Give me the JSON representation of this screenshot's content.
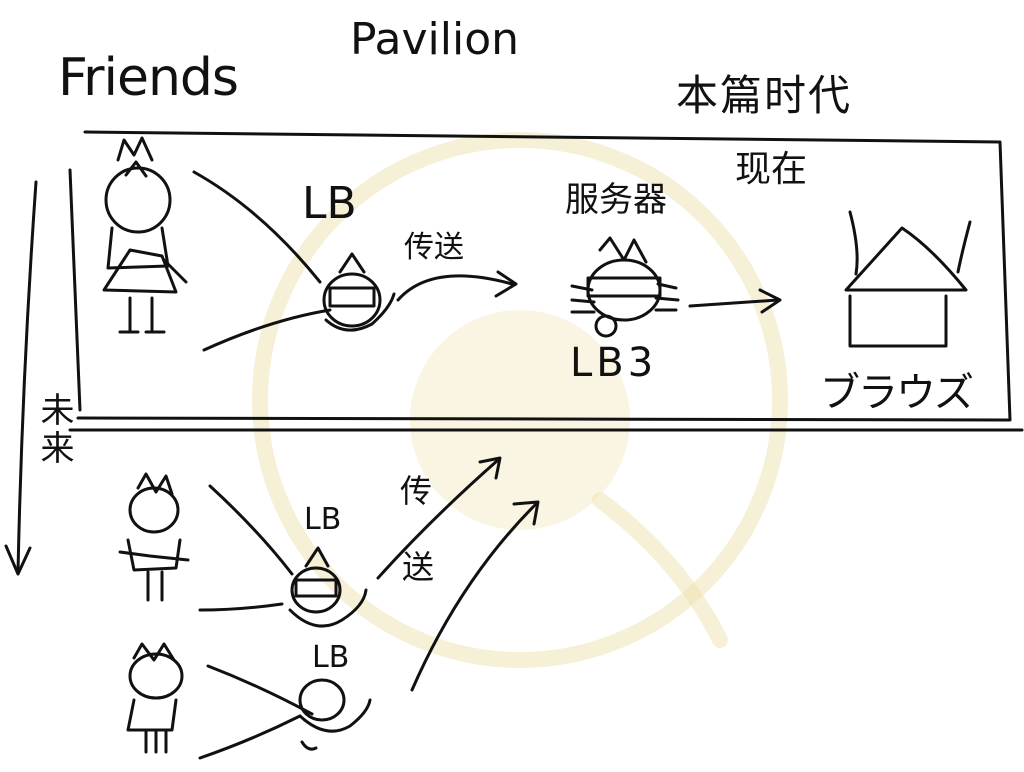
{
  "labels": {
    "friends": "Friends",
    "pavilion": "Pavilion",
    "era": "本篇时代",
    "now": "现在",
    "future": "未来",
    "server": "服务器",
    "transmit_top": "传送",
    "transmit_bot_1": "传",
    "transmit_bot_2": "送",
    "lb_top": "LB",
    "lb3": "LB3",
    "lb_mid": "LB",
    "lb_low": "LB",
    "browse": "ブラウズ"
  },
  "watermark": {
    "color": "#efe3b4"
  }
}
